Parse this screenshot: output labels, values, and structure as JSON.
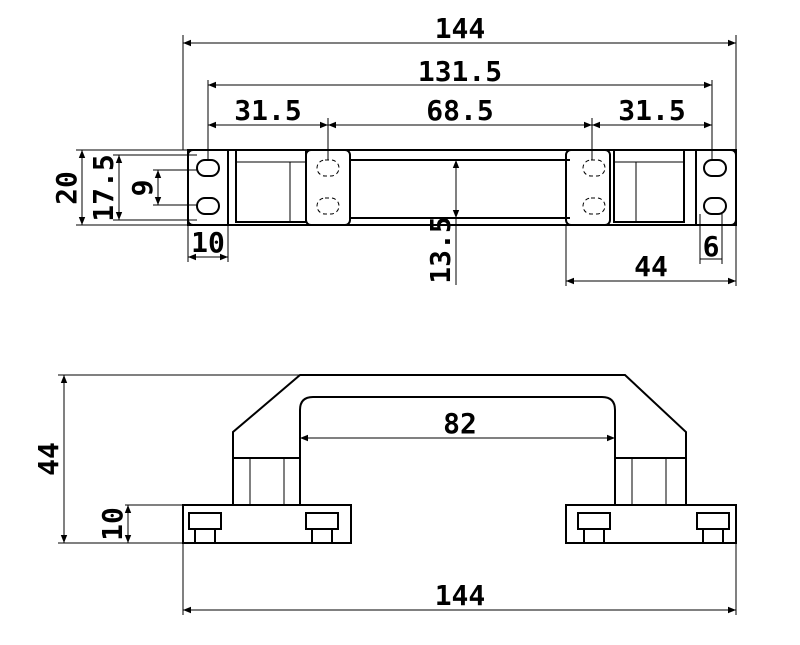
{
  "top_view": {
    "dimensions": {
      "overall_width": "144",
      "hole_span": "131.5",
      "left_offset": "31.5",
      "center_span": "68.5",
      "right_offset": "31.5",
      "height": "20",
      "slot_height": "17.5",
      "slot_pitch": "9",
      "base_width_left": "10",
      "bar_thickness": "13.5",
      "base_width_right": "44",
      "slot_width": "6"
    }
  },
  "side_view": {
    "dimensions": {
      "inner_span": "82",
      "overall_height": "44",
      "base_height": "10",
      "overall_width": "144"
    }
  }
}
